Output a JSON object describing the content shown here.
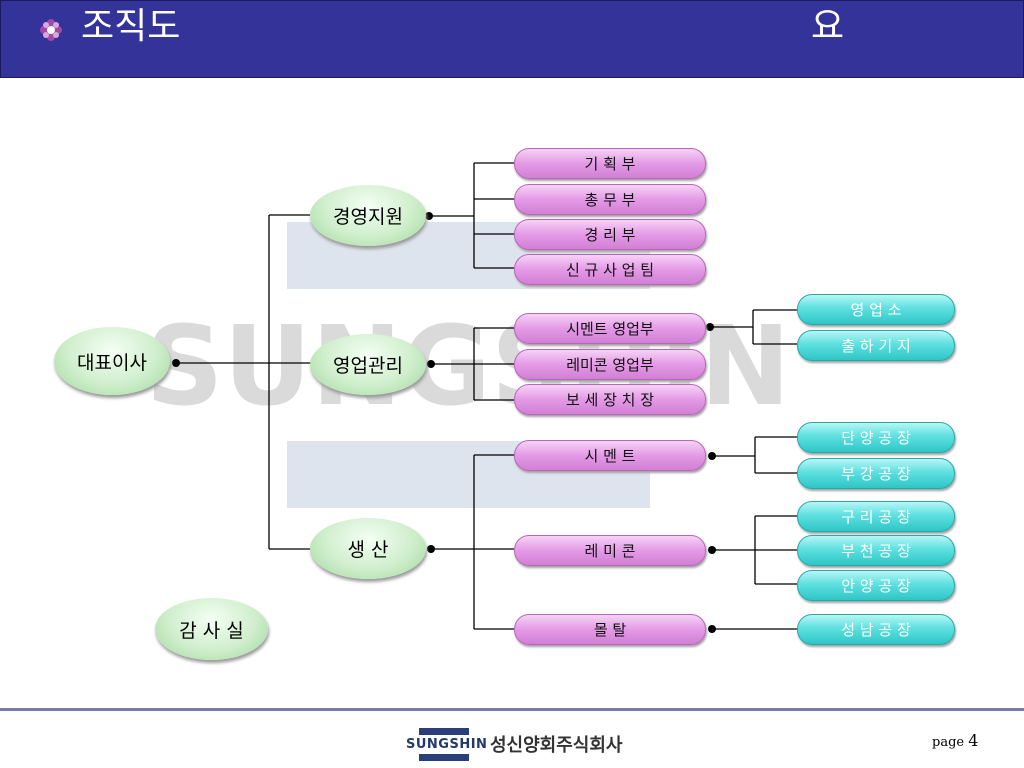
{
  "header": {
    "title": "조직도",
    "right_glyph": "요"
  },
  "watermark": {
    "text": "SUNGSHIN"
  },
  "nodes": {
    "ceo": "대표이사",
    "audit": "감 사 실",
    "mgmt": "경영지원",
    "sales": "영업관리",
    "prod": "생   산"
  },
  "departments": {
    "planning": "기    획    부",
    "general": "총    무    부",
    "accounting": "경    리    부",
    "newbiz": "신 규 사 업 팀",
    "cement_sales": "시멘트 영업부",
    "remicon_sales": "레미콘 영업부",
    "depot": "보 세 장 치 장",
    "cement": "시    멘    트",
    "remicon": "레    미    콘",
    "mortar": "몰            탈"
  },
  "sites": {
    "sales_office": "영    업    소",
    "shipping": "출 하 기 지",
    "danyang": "단 양 공 장",
    "bugang": "부 강 공 장",
    "guri": "구 리 공 장",
    "bucheon": "부 천 공 장",
    "anyang": "안 양 공 장",
    "seongnam": "성 남 공 장"
  },
  "footer": {
    "brand": "SUNGSHIN",
    "company": "성신양회주식회사",
    "page_label": "page",
    "page_number": "4"
  },
  "colors": {
    "header_bg": "#333399",
    "pink": "#e49ae6",
    "cyan": "#3fcfcf",
    "oval": "#cfeecc"
  }
}
